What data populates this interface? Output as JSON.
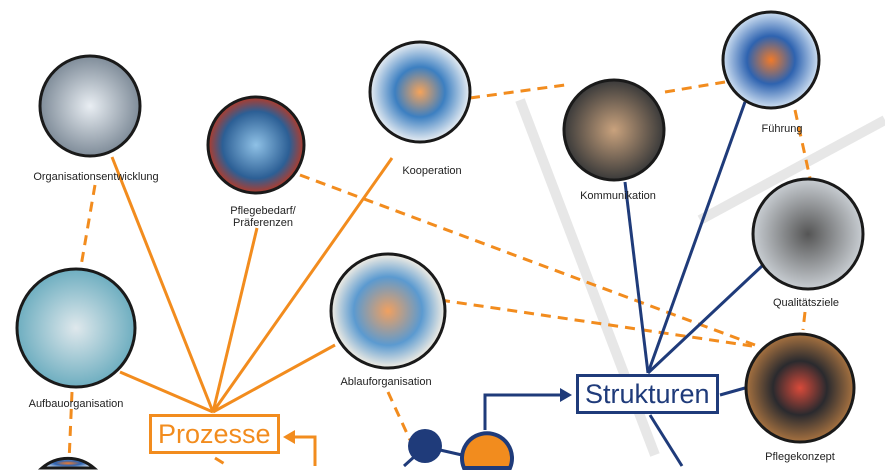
{
  "nodes": {
    "organisationsentwicklung": "Organisationsentwicklung",
    "pflegebedarf_line1": "Pflegebedarf/",
    "pflegebedarf_line2": "Präferenzen",
    "kooperation": "Kooperation",
    "kommunikation": "Kommunikation",
    "fuehrung": "Führung",
    "qualitaetsziele": "Qualitätsziele",
    "pflegekonzept": "Pflegekonzept",
    "aufbauorganisation": "Aufbauorganisation",
    "ablauforganisation": "Ablauforganisation"
  },
  "hubs": {
    "prozesse": "Prozesse",
    "strukturen": "Strukturen"
  },
  "colors": {
    "orange": "#f28c1e",
    "navy": "#1f3b7a"
  }
}
